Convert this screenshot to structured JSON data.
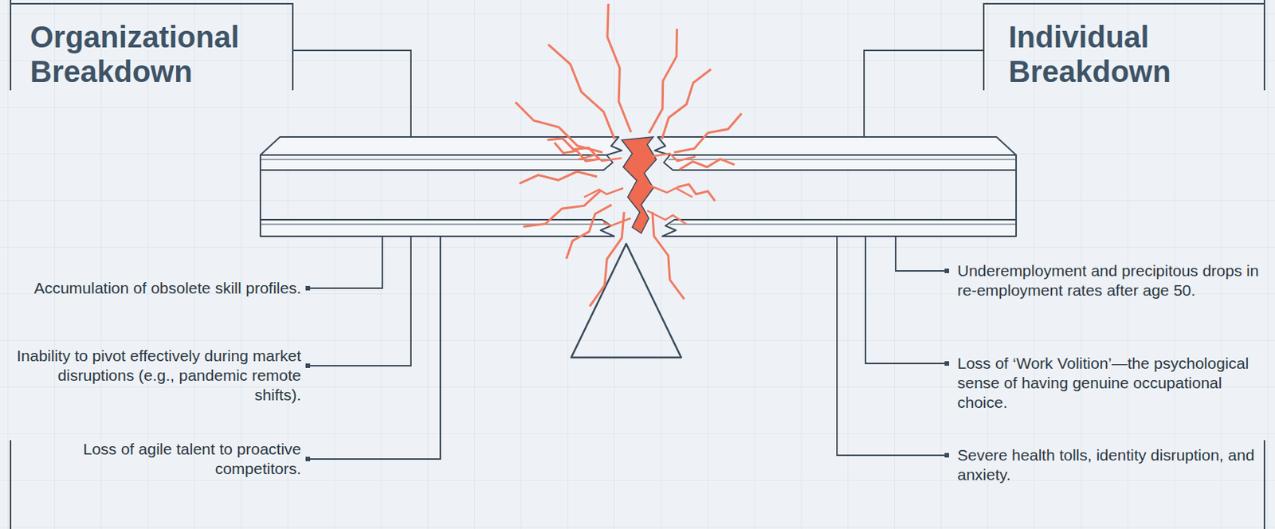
{
  "diagram": {
    "labels": [
      "Organizational Breakdown",
      "Individual Breakdown",
      "Accumulation of obsolete skill profiles.",
      "Inability to pivot effectively during market disruptions (e.g., pandemic remote shifts).",
      "Loss of agile talent to proactive competitors.",
      "Underemployment and precipitous drops in re-employment rates after age 50.",
      "Loss of ‘Work Volition’—the psychological sense of having genuine occupational choice.",
      "Severe health tolls, identity disruption, and anxiety."
    ]
  }
}
